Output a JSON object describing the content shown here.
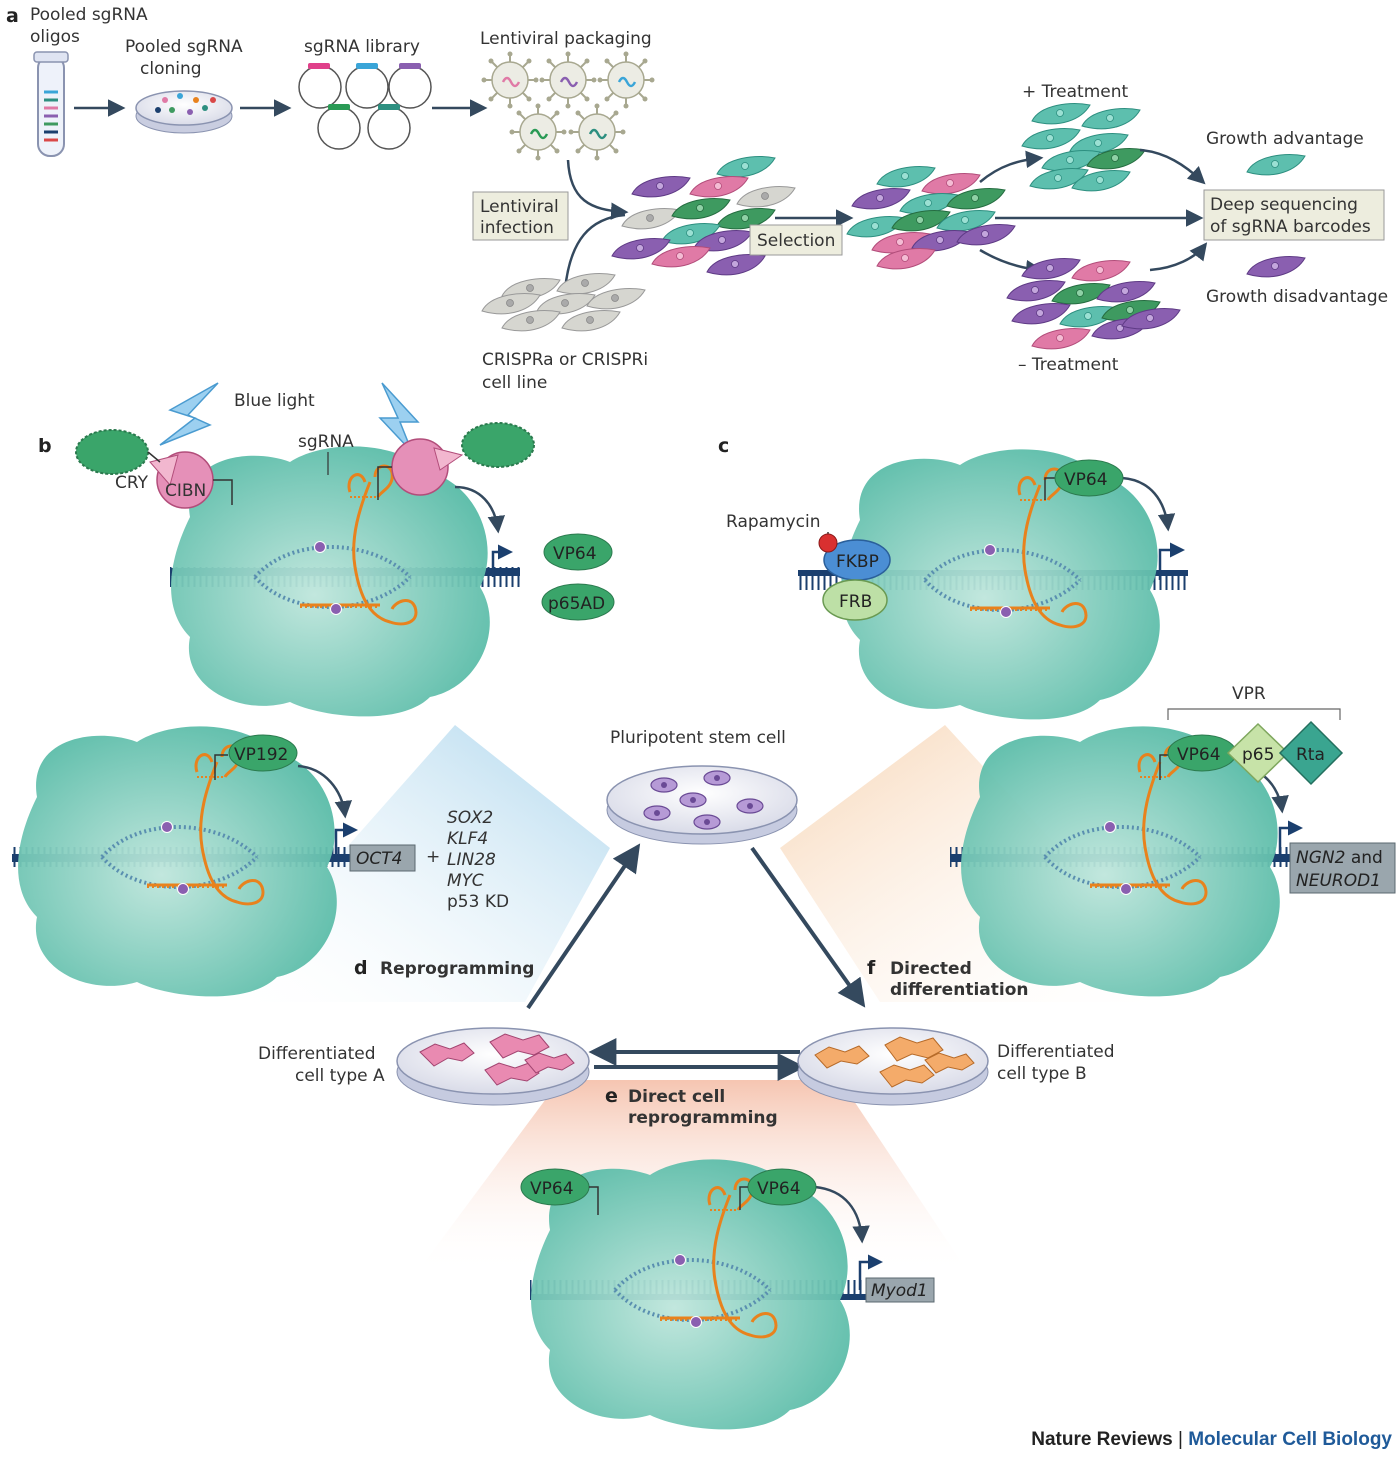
{
  "colors": {
    "teal": "#5dbfae",
    "teal_dark": "#2d8f80",
    "pink": "#e07aa6",
    "purple": "#8a5fb0",
    "green": "#3e9a60",
    "grey_cell": "#d2d2cd",
    "protein": "#3aa56a",
    "dna": "#1b3f6e",
    "sgRNA": "#e8821d",
    "arrow": "#34495e",
    "box_fill": "#ededde",
    "gene_box": "#9aa6ad",
    "blue_fade": "#b9dcef",
    "orange_fade": "#f8dbc0",
    "salmon_fade": "#f6c9b6"
  },
  "panel_a": {
    "letter": "a",
    "step1": [
      "Pooled sgRNA",
      "oligos"
    ],
    "step2": [
      "Pooled sgRNA",
      "cloning"
    ],
    "step3": "sgRNA library",
    "step4": "Lentiviral packaging",
    "infection": [
      "Lentiviral",
      "infection"
    ],
    "cell_line": [
      "CRISPRa or  CRISPRi",
      "cell line"
    ],
    "selection": "Selection",
    "plus_treatment": "+ Treatment",
    "minus_treatment": "– Treatment",
    "sequencing": [
      "Deep sequencing",
      "of sgRNA barcodes"
    ],
    "growth_adv": "Growth advantage",
    "growth_dis": "Growth disadvantage"
  },
  "panel_b": {
    "letter": "b",
    "blue_light": "Blue light",
    "sgrna": "sgRNA",
    "cry": "CRY",
    "cibn": "CIBN",
    "vp64": "VP64",
    "p65ad": "p65AD"
  },
  "panel_c": {
    "letter": "c",
    "rapamycin": "Rapamycin",
    "fkbp": "FKBP",
    "frb": "FRB",
    "vp64": "VP64"
  },
  "center": {
    "stem_cell": "Pluripotent stem cell",
    "diff_a": [
      "Differentiated",
      "cell type A"
    ],
    "diff_b": [
      "Differentiated",
      "cell type B"
    ]
  },
  "panel_d": {
    "letter": "d",
    "title": "Reprogramming",
    "vp192": "VP192",
    "gene": "OCT4",
    "plus": "+",
    "factors": [
      "SOX2",
      "KLF4",
      "LIN28",
      "MYC"
    ],
    "knockdown": "p53 KD"
  },
  "panel_e": {
    "letter": "e",
    "title": [
      "Direct cell",
      "reprogramming"
    ],
    "vp64_left": "VP64",
    "vp64_right": "VP64",
    "gene": "Myod1"
  },
  "panel_f": {
    "letter": "f",
    "title": [
      "Directed",
      "differentiation"
    ],
    "vpr": "VPR",
    "vp64": "VP64",
    "p65": "p65",
    "rta": "Rta",
    "gene_line1_italic": "NGN2",
    "gene_line1_rest": " and",
    "gene_line2": "NEUROD1"
  },
  "footer": {
    "publisher": "Nature Reviews",
    "separator": "|",
    "journal": "Molecular Cell Biology"
  }
}
